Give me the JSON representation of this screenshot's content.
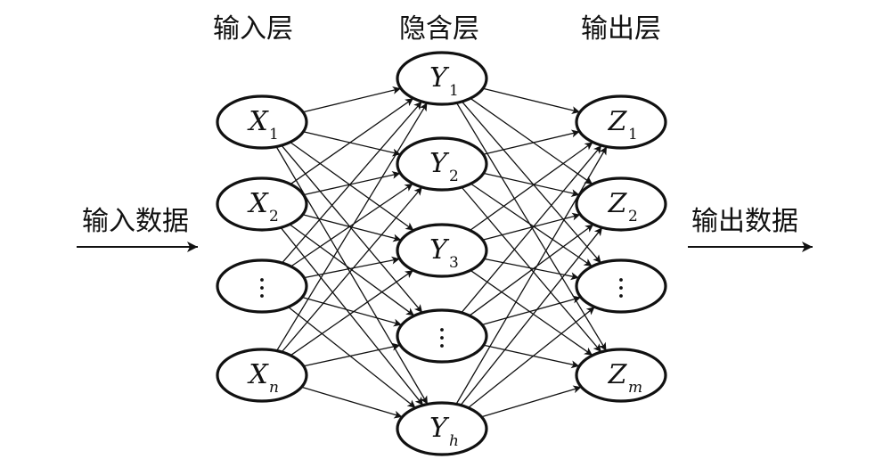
{
  "layers": [
    {
      "title": "输入层",
      "nodes": [
        {
          "main": "X",
          "sub": "1",
          "sub_italic": false,
          "ellipsis": false
        },
        {
          "main": "X",
          "sub": "2",
          "sub_italic": false,
          "ellipsis": false
        },
        {
          "main": "",
          "sub": "",
          "sub_italic": false,
          "ellipsis": true
        },
        {
          "main": "X",
          "sub": "n",
          "sub_italic": true,
          "ellipsis": false
        }
      ]
    },
    {
      "title": "隐含层",
      "nodes": [
        {
          "main": "Y",
          "sub": "1",
          "sub_italic": false,
          "ellipsis": false
        },
        {
          "main": "Y",
          "sub": "2",
          "sub_italic": false,
          "ellipsis": false
        },
        {
          "main": "Y",
          "sub": "3",
          "sub_italic": false,
          "ellipsis": false
        },
        {
          "main": "",
          "sub": "",
          "sub_italic": false,
          "ellipsis": true
        },
        {
          "main": "Y",
          "sub": "h",
          "sub_italic": true,
          "ellipsis": false
        }
      ]
    },
    {
      "title": "输出层",
      "nodes": [
        {
          "main": "Z",
          "sub": "1",
          "sub_italic": false,
          "ellipsis": false
        },
        {
          "main": "Z",
          "sub": "2",
          "sub_italic": false,
          "ellipsis": false
        },
        {
          "main": "",
          "sub": "",
          "sub_italic": false,
          "ellipsis": true
        },
        {
          "main": "Z",
          "sub": "m",
          "sub_italic": true,
          "ellipsis": false
        }
      ]
    }
  ],
  "input_label": "输入数据",
  "output_label": "输出数据",
  "connections": "fully-connected",
  "colors": {
    "ink": "#111111",
    "background": "#ffffff"
  }
}
